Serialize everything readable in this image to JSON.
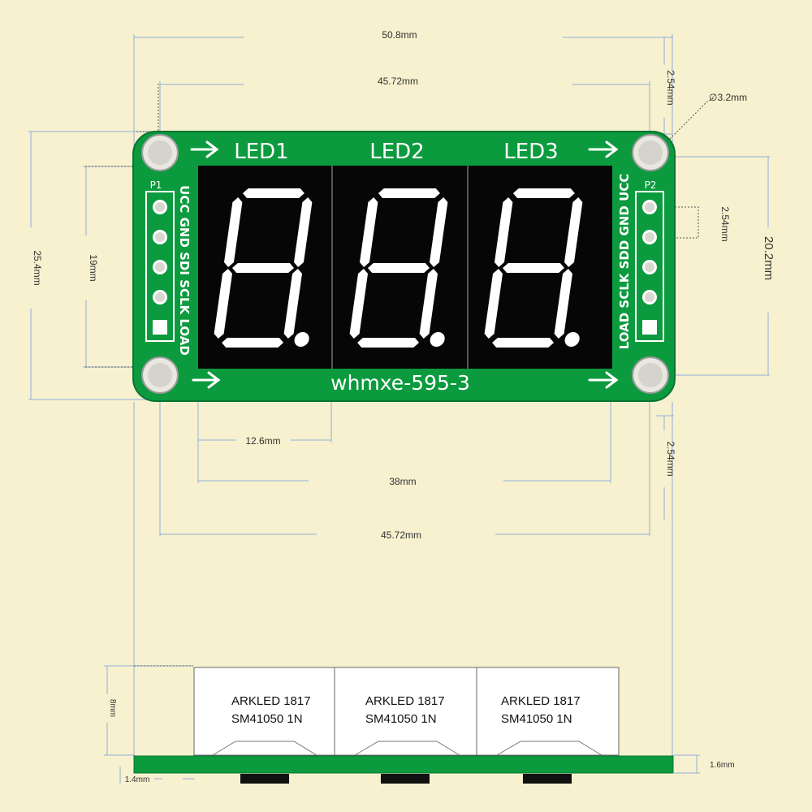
{
  "board": {
    "name": "whmxe-595-3",
    "digit_labels": [
      "LED1",
      "LED2",
      "LED3"
    ],
    "header_left": {
      "label": "P1",
      "pins": "UCC GND SDI SCLK LOAD"
    },
    "header_right": {
      "label": "P2",
      "pins": "LOAD SCLK SDD GND UCC"
    }
  },
  "dimensions": {
    "board_width": "50.8mm",
    "hole_spacing_top": "45.72mm",
    "hole_spacing_bottom": "45.72mm",
    "hole_inset_top": "2.54mm",
    "hole_inset_bottom": "2.54mm",
    "hole_diameter": "∅3.2mm",
    "board_height": "25.4mm",
    "hole_spacing_vertical": "19mm",
    "pin_pitch": "2.54mm",
    "right_vertical": "20.2mm",
    "digit_width": "12.6mm",
    "display_width": "38mm",
    "side_height": "8mm",
    "side_left": "1.4mm",
    "side_thickness": "1.6mm"
  },
  "side_view": {
    "modules": [
      {
        "line1": "ARKLED  1817",
        "line2": "SM41050 1N"
      },
      {
        "line1": "ARKLED  1817",
        "line2": "SM41050 1N"
      },
      {
        "line1": "ARKLED  1817",
        "line2": "SM41050 1N"
      }
    ]
  },
  "colors": {
    "pcb": "#0c9a3e",
    "pcb_dark": "#087530",
    "background": "#f7f1cf",
    "display": "#060606"
  }
}
